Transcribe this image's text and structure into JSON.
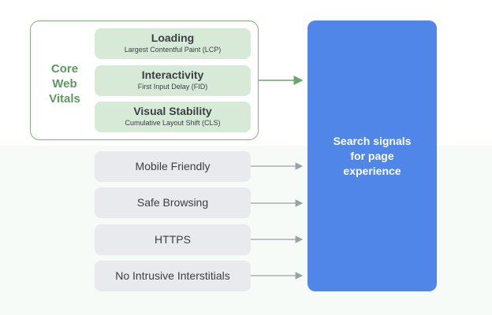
{
  "core_web_vitals": {
    "label_lines": [
      "Core",
      "Web",
      "Vitals"
    ],
    "metrics": [
      {
        "title": "Loading",
        "subtitle": "Largest Contentful Paint (LCP)"
      },
      {
        "title": "Interactivity",
        "subtitle": "First Input Delay (FID)"
      },
      {
        "title": "Visual Stability",
        "subtitle": "Cumulative Layout Shift (CLS)"
      }
    ],
    "color": "#5b9a5e",
    "fill": "#d6ead7"
  },
  "signals": [
    {
      "label": "Mobile Friendly"
    },
    {
      "label": "Safe Browsing"
    },
    {
      "label": "HTTPS"
    },
    {
      "label": "No Intrusive Interstitials"
    }
  ],
  "target": {
    "label": "Search signals for page experience",
    "color": "#4f86e8"
  }
}
